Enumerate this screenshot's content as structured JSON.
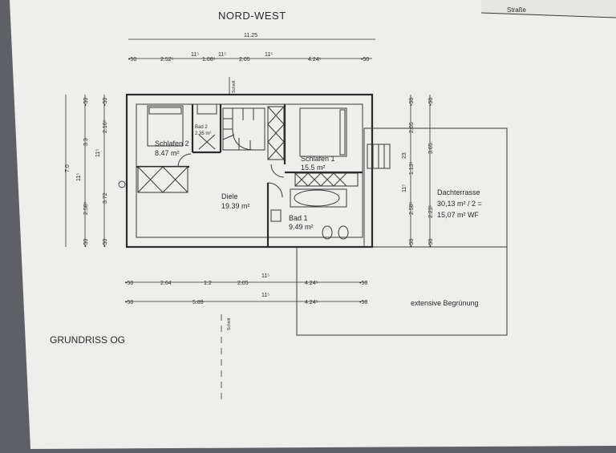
{
  "header": {
    "orientation": "NORD-WEST",
    "street_label": "Straße"
  },
  "plan_title": "GRUNDRISS OG",
  "rooms": [
    {
      "id": "schlafen2",
      "name": "Schlafen 2",
      "area": "8.47 m²"
    },
    {
      "id": "bad2",
      "name": "Bad 2",
      "area": "2.35 m²"
    },
    {
      "id": "schlafen1",
      "name": "Schlafen 1",
      "area": "15.5 m²"
    },
    {
      "id": "diele",
      "name": "Diele",
      "area": "19.39 m²"
    },
    {
      "id": "bad1",
      "name": "Bad 1",
      "area": "9.49 m²"
    }
  ],
  "terrace": {
    "name": "Dachterrasse",
    "calc": "30,13 m² / 2 =",
    "wf": "15,07 m² WF",
    "greening": "extensive Begrünung"
  },
  "dims": {
    "top_total": "11.25",
    "top_chain": [
      {
        "id": "t1",
        "text": "•50"
      },
      {
        "id": "t2",
        "text": "2.52⁵"
      },
      {
        "id": "t3",
        "text": "11⁵"
      },
      {
        "id": "t4",
        "text": "1.08⁵"
      },
      {
        "id": "t5",
        "text": "11⁵"
      },
      {
        "id": "t6",
        "text": "2.05"
      },
      {
        "id": "t7",
        "text": "11⁵"
      },
      {
        "id": "t8",
        "text": "4.24⁵"
      },
      {
        "id": "t9",
        "text": "•50"
      }
    ],
    "bottom_chain1": [
      {
        "id": "b1",
        "text": "•50"
      },
      {
        "id": "b2",
        "text": "2.64"
      },
      {
        "id": "b3",
        "text": "1.2"
      },
      {
        "id": "b4",
        "text": "2.05"
      },
      {
        "id": "b5",
        "text": "11⁵"
      },
      {
        "id": "b6",
        "text": "4.24⁵"
      },
      {
        "id": "b7",
        "text": "•50"
      }
    ],
    "bottom_chain2": [
      {
        "id": "c1",
        "text": "•50"
      },
      {
        "id": "c2",
        "text": "5.89"
      },
      {
        "id": "c3",
        "text": "11⁵"
      },
      {
        "id": "c4",
        "text": "4.24⁵"
      },
      {
        "id": "c5",
        "text": "•50"
      }
    ],
    "left_total": "7.0",
    "left_chain_a": [
      {
        "id": "la1",
        "text": "•50"
      },
      {
        "id": "la2",
        "text": "3.3"
      },
      {
        "id": "la3",
        "text": "11⁵"
      },
      {
        "id": "la4",
        "text": "2.58⁵"
      },
      {
        "id": "la5",
        "text": "•50"
      }
    ],
    "left_chain_b": [
      {
        "id": "lb1",
        "text": "•50"
      },
      {
        "id": "lb2",
        "text": "2.16⁵"
      },
      {
        "id": "lb3",
        "text": "11⁵"
      },
      {
        "id": "lb4",
        "text": "3.72"
      },
      {
        "id": "lb5",
        "text": "•50"
      }
    ],
    "right_chain_a": [
      {
        "id": "ra1",
        "text": "•50"
      },
      {
        "id": "ra2",
        "text": "2.05"
      },
      {
        "id": "ra3",
        "text": "23"
      },
      {
        "id": "ra4",
        "text": "1.13⁵"
      },
      {
        "id": "ra5",
        "text": "11⁵"
      },
      {
        "id": "ra6",
        "text": "2.58⁵"
      },
      {
        "id": "ra7",
        "text": "•50"
      }
    ],
    "right_chain_b": [
      {
        "id": "rb1",
        "text": "•50"
      },
      {
        "id": "rb2",
        "text": "3.65"
      },
      {
        "id": "rb3",
        "text": "2.23⁵"
      },
      {
        "id": "rb4",
        "text": "•50"
      }
    ]
  },
  "section_marks": [
    {
      "id": "s1",
      "text": "Schnitt"
    },
    {
      "id": "s2",
      "text": "Schnitt"
    }
  ],
  "colors": {
    "paper": "#efefed",
    "ink": "#2b2b2b",
    "background": "#5f6066"
  }
}
